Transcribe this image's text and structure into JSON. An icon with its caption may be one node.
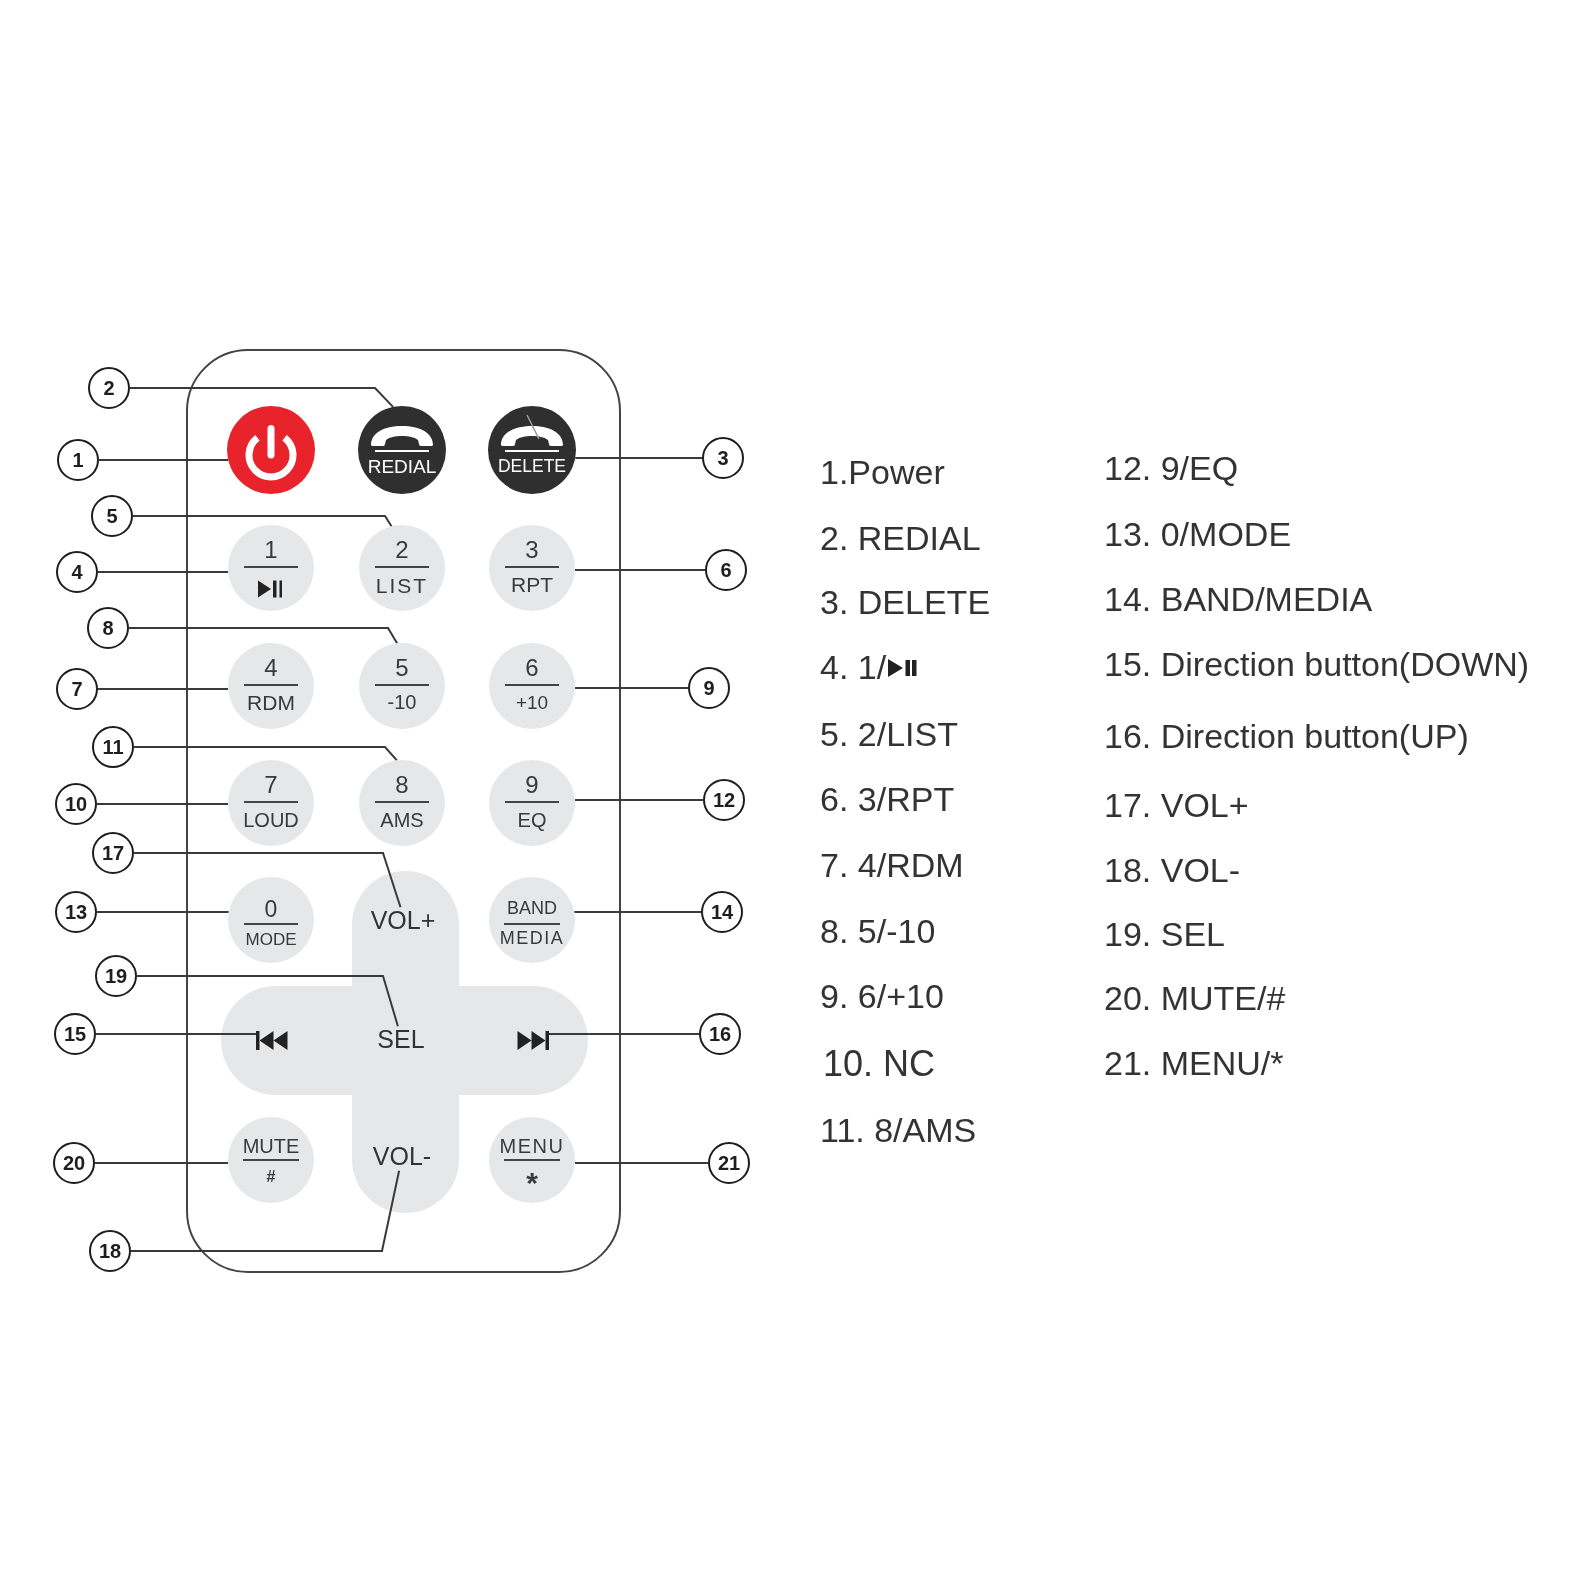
{
  "diagram": {
    "nodes": [
      {
        "text": [],
        "shape": "box"
      },
      {
        "text": [],
        "shape": "circle",
        "in": 0
      },
      {
        "text": [
          "REDIAL"
        ],
        "in": 0
      },
      {
        "text": [
          "DELETE"
        ],
        "in": 0
      },
      {
        "text": [
          "1"
        ],
        "in": 0
      },
      {
        "text": [
          "2",
          "LIST"
        ],
        "in": 0
      },
      {
        "text": [
          "3",
          "RPT"
        ],
        "in": 0
      },
      {
        "text": [
          "4",
          "RDM"
        ],
        "in": 0
      },
      {
        "text": [
          "5",
          "-10"
        ],
        "in": 0
      },
      {
        "text": [
          "6",
          "+10"
        ],
        "in": 0
      },
      {
        "text": [
          "7",
          "LOUD"
        ],
        "in": 0
      },
      {
        "text": [
          "8",
          "AMS"
        ],
        "in": 0
      },
      {
        "text": [
          "9",
          "EQ"
        ],
        "in": 0
      },
      {
        "text": [
          "0",
          "MODE"
        ],
        "in": 0
      },
      {
        "text": [],
        "shape": "cross",
        "in": 0
      },
      {
        "text": [
          "VOL+"
        ],
        "in": 14
      },
      {
        "text": [
          "BAND",
          "MEDIA"
        ],
        "in": 0
      },
      {
        "text": [],
        "shape": "picture",
        "in": 14
      },
      {
        "text": [
          "SEL"
        ],
        "in": 14
      },
      {
        "text": [],
        "shape": "picture",
        "in": 14
      },
      {
        "text": [
          "MUTE",
          "#"
        ],
        "in": 0
      },
      {
        "text": [
          "VOL-"
        ],
        "in": 14
      },
      {
        "text": [
          "MENU",
          "*"
        ],
        "in": 0
      },
      {
        "text": [
          "1"
        ]
      },
      {
        "text": [
          "2"
        ]
      },
      {
        "text": [
          "3"
        ]
      },
      {
        "text": [
          "4"
        ]
      },
      {
        "text": [
          "5"
        ]
      },
      {
        "text": [
          "6"
        ]
      },
      {
        "text": [
          "7"
        ]
      },
      {
        "text": [
          "8"
        ]
      },
      {
        "text": [
          "9"
        ]
      },
      {
        "text": [
          "10"
        ]
      },
      {
        "text": [
          "11"
        ]
      },
      {
        "text": [
          "12"
        ]
      },
      {
        "text": [
          "13"
        ]
      },
      {
        "text": [
          "14"
        ]
      },
      {
        "text": [
          "15"
        ]
      },
      {
        "text": [
          "16"
        ]
      },
      {
        "text": [
          "17"
        ]
      },
      {
        "text": [
          "18"
        ]
      },
      {
        "text": [
          "19"
        ]
      },
      {
        "text": [
          "20"
        ]
      },
      {
        "text": [
          "21"
        ]
      }
    ],
    "edges": [
      {
        "from": 23,
        "to": 1,
        "arrow": "none"
      },
      {
        "from": 24,
        "to": 2,
        "arrow": "none"
      },
      {
        "from": 25,
        "to": 3,
        "arrow": "none"
      },
      {
        "from": 26,
        "to": 4,
        "arrow": "none"
      },
      {
        "from": 27,
        "to": 5,
        "arrow": "none"
      },
      {
        "from": 28,
        "to": 6,
        "arrow": "none"
      },
      {
        "from": 29,
        "to": 7,
        "arrow": "none"
      },
      {
        "from": 30,
        "to": 8,
        "arrow": "none"
      },
      {
        "from": 31,
        "to": 9,
        "arrow": "none"
      },
      {
        "from": 32,
        "to": 10,
        "arrow": "none"
      },
      {
        "from": 33,
        "to": 11,
        "arrow": "none"
      },
      {
        "from": 34,
        "to": 12,
        "arrow": "none"
      },
      {
        "from": 35,
        "to": 13,
        "arrow": "none"
      },
      {
        "from": 36,
        "to": 16,
        "arrow": "none"
      },
      {
        "from": 37,
        "to": 17,
        "arrow": "none"
      },
      {
        "from": 38,
        "to": 19,
        "arrow": "none"
      },
      {
        "from": 39,
        "to": 15,
        "arrow": "none"
      },
      {
        "from": 40,
        "to": 21,
        "arrow": "none"
      },
      {
        "from": 41,
        "to": 18,
        "arrow": "none"
      },
      {
        "from": 42,
        "to": 20,
        "arrow": "none"
      },
      {
        "from": 43,
        "to": 22,
        "arrow": "none"
      }
    ],
    "labels": [
      "1.Power",
      "2. REDIAL",
      "3. DELETE",
      "4. 1/",
      "5. 2/LIST",
      "6. 3/RPT",
      "7. 4/RDM",
      "8. 5/-10",
      "9. 6/+10",
      "10. NC",
      "11. 8/AMS",
      "12. 9/EQ",
      "13. 0/MODE",
      "14. BAND/MEDIA",
      "15. Direction button(DOWN)",
      "16. Direction button(UP)",
      "17. VOL+",
      "18. VOL-",
      "19. SEL",
      "20. MUTE/#",
      "21. MENU/*"
    ]
  }
}
